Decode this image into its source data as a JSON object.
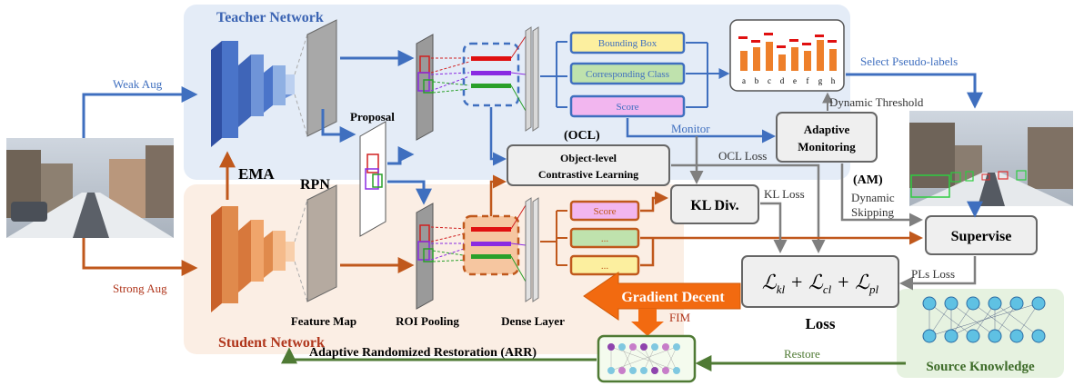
{
  "regions": {
    "teacher_title": "Teacher Network",
    "student_title": "Student Network",
    "source_knowledge": "Source Knowledge"
  },
  "augment": {
    "weak": "Weak Aug",
    "strong": "Strong Aug"
  },
  "labels": {
    "ema": "EMA",
    "rpn": "RPN",
    "proposal": "Proposal",
    "feature_map": "Feature Map",
    "roi_pooling": "ROI Pooling",
    "dense_layer": "Dense Layer",
    "ocl_tag": "(OCL)",
    "ocl_box_line1": "Object-level",
    "ocl_box_line2": "Contrastive Learning",
    "monitor": "Monitor",
    "ocl_loss": "OCL Loss",
    "adaptive_line1": "Adaptive",
    "adaptive_line2": "Monitoring",
    "am_tag": "(AM)",
    "dynamic_threshold": "Dynamic Threshold",
    "dynamic_skipping_line1": "Dynamic",
    "dynamic_skipping_line2": "Skipping",
    "select_pseudo": "Select Pseudo-labels",
    "kl_div": "KL Div.",
    "kl_loss": "KL Loss",
    "supervise": "Supervise",
    "pls_loss": "PLs Loss",
    "loss": "Loss",
    "gradient_decent": "Gradient Decent",
    "fim": "FIM",
    "restore": "Restore",
    "arr": "Adaptive Randomized Restoration (ARR)"
  },
  "teacher_outputs": [
    "Bounding Box",
    "Corresponding Class",
    "Score"
  ],
  "student_outputs": [
    "Score",
    "...",
    "..."
  ],
  "histogram_letters": [
    "a",
    "b",
    "c",
    "d",
    "e",
    "f",
    "g",
    "h"
  ],
  "colors": {
    "teacher_bg": "#e4ecf7",
    "student_bg": "#fbeee4",
    "source_bg": "#e6f2e0",
    "teacher_net": "#4a74c9",
    "student_net": "#e08a4c",
    "arrow_blue": "#3f6fbf",
    "arrow_orange": "#c0581c",
    "arrow_green": "#4f7a34",
    "arrow_gray": "#7f7f7f",
    "gradient": "#f26a10"
  }
}
